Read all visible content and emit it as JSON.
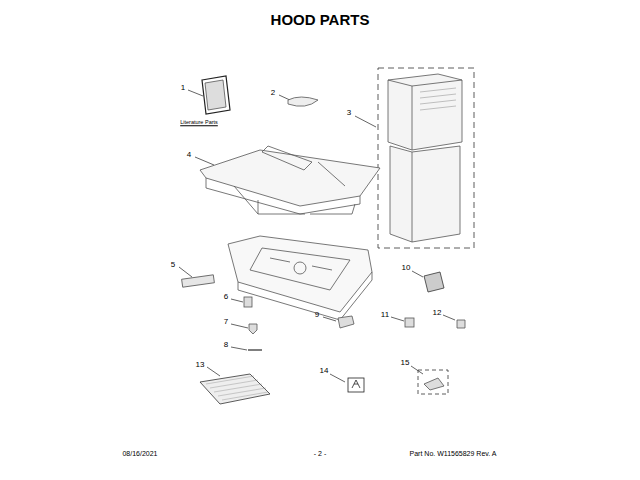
{
  "diagram": {
    "title": "HOOD PARTS",
    "labels": [
      "1",
      "Literature Parts",
      "2",
      "3",
      "4",
      "5",
      "6",
      "7",
      "8",
      "9",
      "10",
      "11",
      "12",
      "13",
      "14",
      "15",
      "08/16/2021",
      "- 2 -",
      "Part No. W11565829 Rev. A"
    ]
  }
}
